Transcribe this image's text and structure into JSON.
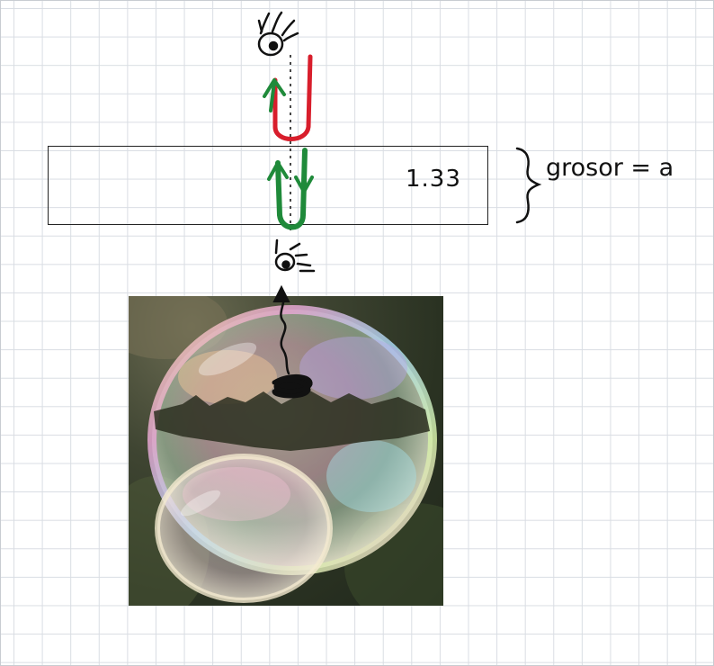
{
  "film": {
    "refractive_index": "1.33",
    "thickness_label": "grosor = a"
  },
  "colors": {
    "reflected_ray": "#d81e2c",
    "transmitted_ray": "#1f8a3a",
    "ink": "#111111"
  },
  "icons": {
    "eye_top": "eye-icon",
    "eye_bottom": "eye-icon",
    "photo": "soap-bubble-photo"
  }
}
